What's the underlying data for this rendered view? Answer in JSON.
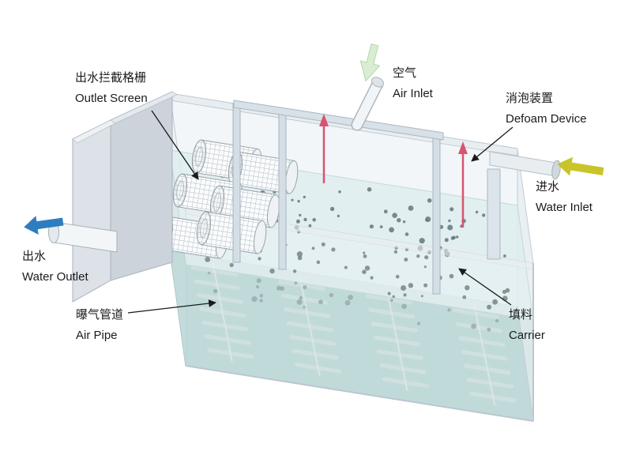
{
  "labels": {
    "outlet_screen": {
      "zh": "出水拦截格栅",
      "en": "Outlet Screen"
    },
    "air_inlet": {
      "zh": "空气",
      "en": "Air Inlet"
    },
    "defoam_device": {
      "zh": "消泡装置",
      "en": "Defoam Device"
    },
    "water_inlet": {
      "zh": "进水",
      "en": "Water Inlet"
    },
    "water_outlet": {
      "zh": "出水",
      "en": "Water Outlet"
    },
    "air_pipe": {
      "zh": "曝气管道",
      "en": "Air Pipe"
    },
    "carrier": {
      "zh": "填料",
      "en": "Carrier"
    }
  },
  "colors": {
    "water_inlet_arrow": "#c9c427",
    "water_outlet_arrow": "#2f7dc1",
    "air_inlet_arrow": "#d9edd2",
    "air_inlet_arrow_edge": "#b7d6b0",
    "defoam_device": "#d9536f",
    "leader_line": "#1a1a1a",
    "water_surface": "#e0eef0",
    "tank_floor": "#b2d2cf",
    "carrier_dot": "#5f6f72"
  }
}
